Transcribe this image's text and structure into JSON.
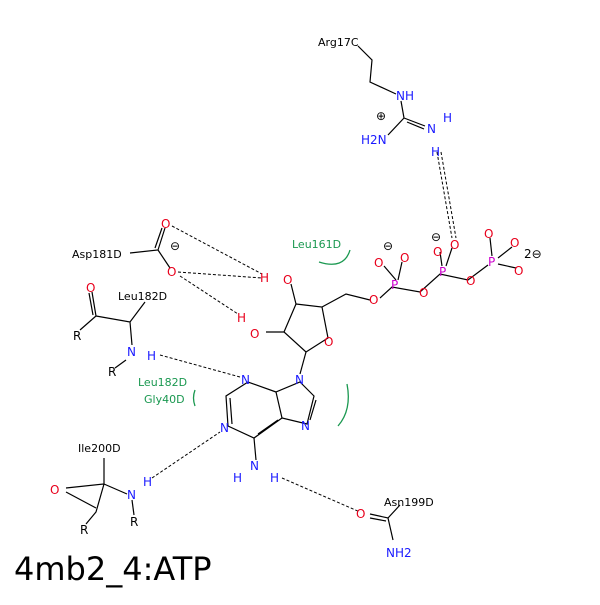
{
  "title": "4mb2_4:ATP",
  "colors": {
    "nitrogen": "#1a1aff",
    "oxygen": "#e8001c",
    "phosphorus": "#cc00cc",
    "hydrophobic": "#1a9850",
    "bond": "#000000"
  },
  "residues": {
    "arg": "Arg17C",
    "asp": "Asp181D",
    "leu182_top": "Leu182D",
    "leu161": "Leu161D",
    "leu182_green": "Leu182D",
    "gly40": "Gly40D",
    "ile200": "Ile200D",
    "asn199": "Asn199D"
  },
  "charges": {
    "plus": "⊕",
    "minus": "⊖",
    "two_minus": "2⊖"
  },
  "atoms": {
    "R": "R",
    "N": "N",
    "NH": "NH",
    "H": "H",
    "HN": "H",
    "H2N": "H2N",
    "NH2": "NH2",
    "O": "O",
    "P": "P",
    "N_sym": "N",
    "H_sym": "H",
    "two": "2"
  }
}
